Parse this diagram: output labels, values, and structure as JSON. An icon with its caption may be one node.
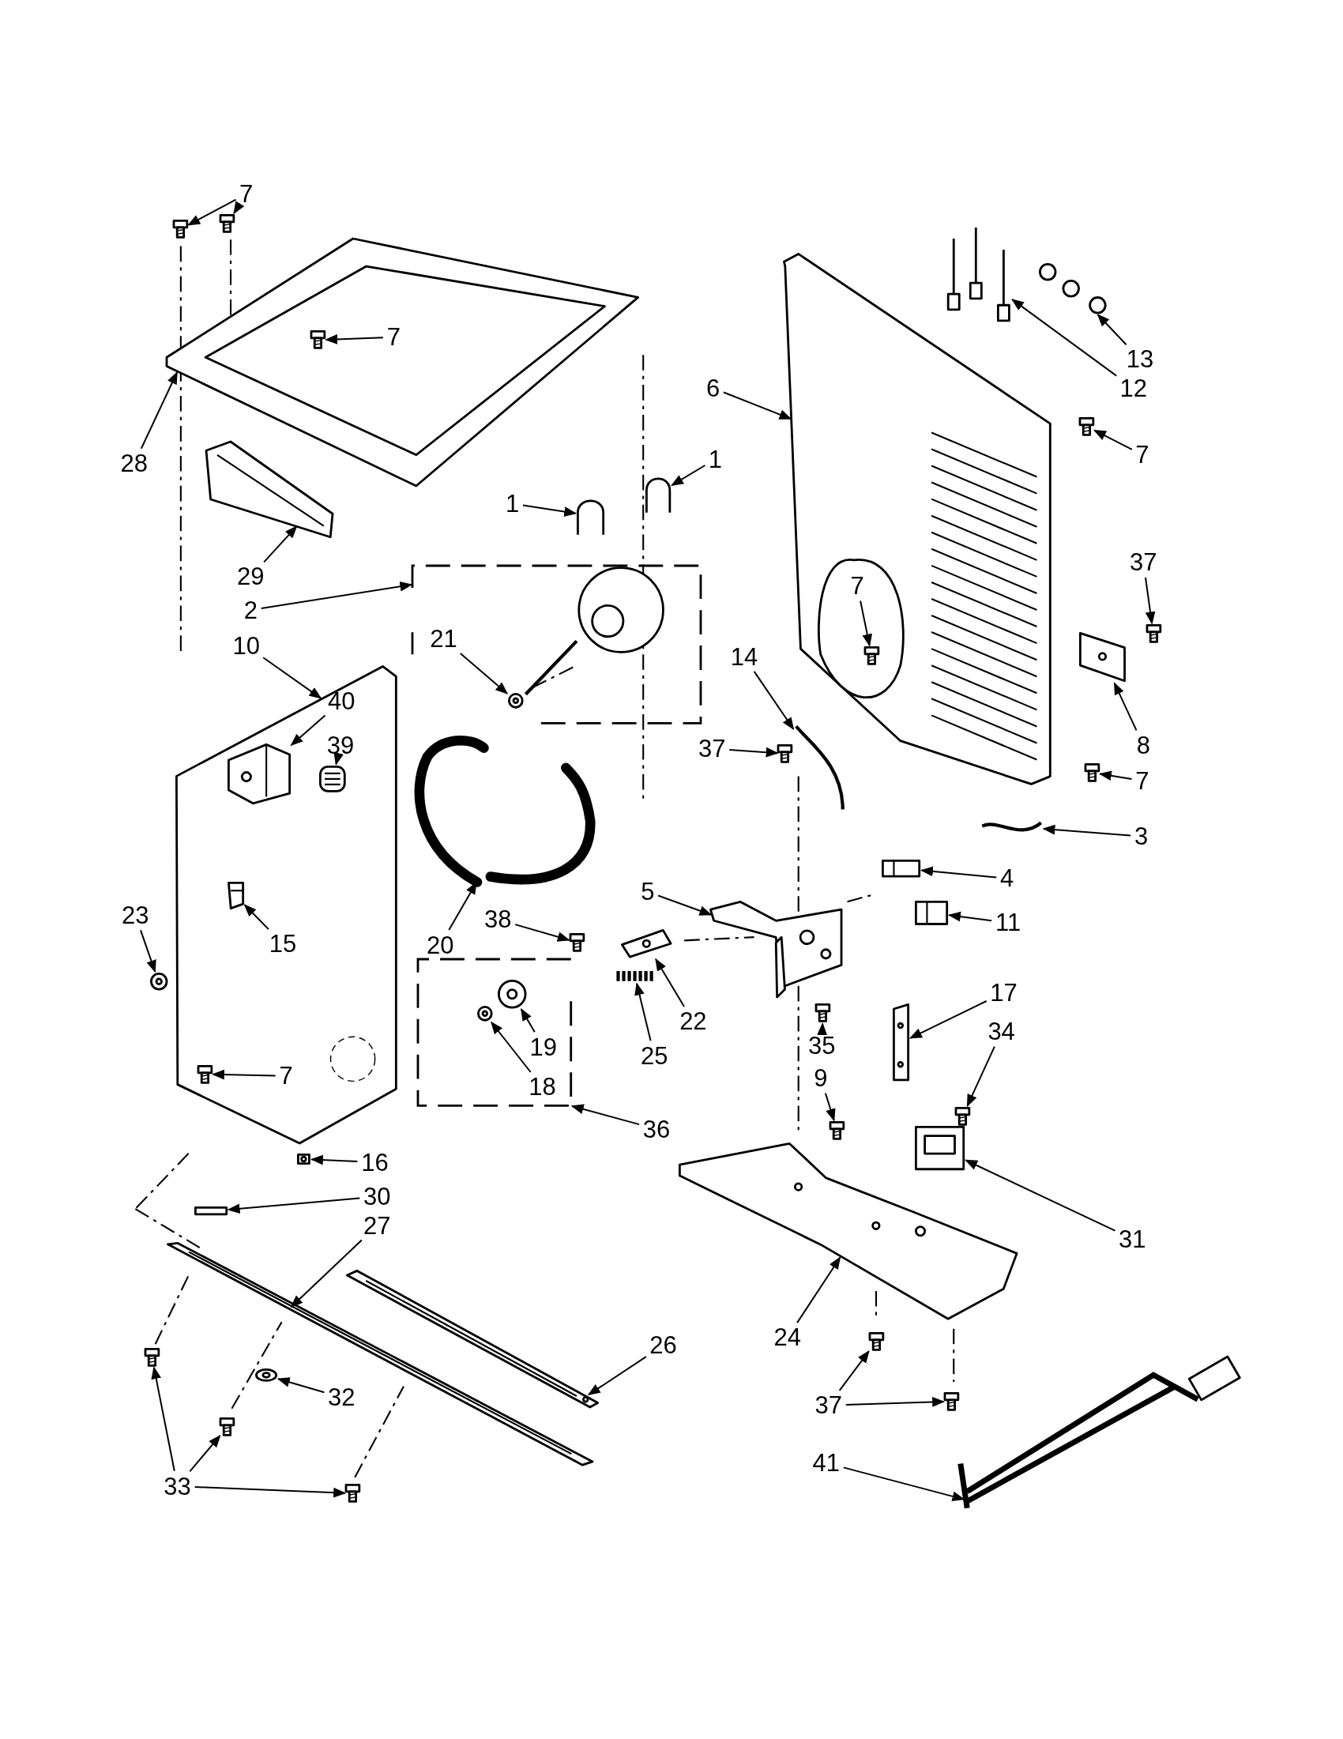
{
  "diagram": {
    "nodes": [
      {
        "text": [],
        "shape": "picture"
      },
      {
        "text": [],
        "shape": "picture"
      },
      {
        "text": [],
        "shape": "picture"
      },
      {
        "text": [],
        "shape": "picture",
        "in": 0
      },
      {
        "text": [],
        "shape": "picture"
      },
      {
        "text": [],
        "shape": "box"
      },
      {
        "text": [],
        "shape": "circle",
        "in": 5
      },
      {
        "text": [],
        "shape": "picture"
      },
      {
        "text": [],
        "shape": "picture"
      },
      {
        "text": [],
        "shape": "picture"
      },
      {
        "text": [],
        "shape": "picture",
        "in": 9
      },
      {
        "text": [],
        "shape": "picture",
        "in": 9
      },
      {
        "text": [],
        "shape": "picture"
      },
      {
        "text": [],
        "shape": "picture",
        "in": 9
      },
      {
        "text": [],
        "shape": "circle"
      },
      {
        "text": [],
        "shape": "picture",
        "in": 9
      },
      {
        "text": [],
        "shape": "box"
      },
      {
        "text": [],
        "shape": "picture"
      },
      {
        "text": [],
        "shape": "box"
      },
      {
        "text": [],
        "shape": "circle",
        "in": 18
      },
      {
        "text": [],
        "shape": "circle",
        "in": 18
      },
      {
        "text": [],
        "shape": "picture"
      },
      {
        "text": [],
        "shape": "picture"
      },
      {
        "text": [],
        "shape": "picture"
      },
      {
        "text": [],
        "shape": "picture"
      },
      {
        "text": [],
        "shape": "picture"
      },
      {
        "text": [],
        "shape": "picture"
      },
      {
        "text": [],
        "shape": "picture"
      },
      {
        "text": [],
        "shape": "picture"
      },
      {
        "text": [],
        "shape": "picture"
      },
      {
        "text": [],
        "shape": "picture",
        "in": 26
      },
      {
        "text": [],
        "shape": "picture"
      },
      {
        "text": [],
        "shape": "picture"
      },
      {
        "text": [],
        "shape": "picture"
      },
      {
        "text": [],
        "shape": "picture"
      },
      {
        "text": [],
        "shape": "box"
      },
      {
        "text": [],
        "shape": "box"
      },
      {
        "text": [],
        "shape": "picture"
      },
      {
        "text": [],
        "shape": "picture"
      },
      {
        "text": [],
        "shape": "picture"
      },
      {
        "text": [],
        "shape": "picture"
      },
      {
        "text": [],
        "shape": "box"
      },
      {
        "text": [],
        "shape": "picture"
      },
      {
        "text": [],
        "shape": "box"
      },
      {
        "text": [],
        "shape": "picture"
      },
      {
        "text": [],
        "shape": "picture"
      },
      {
        "text": [],
        "shape": "circle",
        "in": 44
      },
      {
        "text": [],
        "shape": "picture"
      },
      {
        "text": [],
        "shape": "picture",
        "in": 44
      },
      {
        "text": [],
        "shape": "picture"
      },
      {
        "text": [],
        "shape": "picture"
      },
      {
        "text": [],
        "shape": "picture"
      },
      {
        "text": [],
        "shape": "picture"
      },
      {
        "text": [
          "7"
        ]
      },
      {
        "text": [
          "7"
        ],
        "in": 0
      },
      {
        "text": [
          "28"
        ]
      },
      {
        "text": [
          "29"
        ]
      },
      {
        "text": [
          "2"
        ]
      },
      {
        "text": [
          "10"
        ]
      },
      {
        "text": [
          "21"
        ],
        "in": 5
      },
      {
        "text": [
          "1"
        ]
      },
      {
        "text": [
          "1"
        ]
      },
      {
        "text": [
          "40"
        ],
        "in": 9
      },
      {
        "text": [
          "39"
        ],
        "in": 9
      },
      {
        "text": [
          "20"
        ]
      },
      {
        "text": [
          "15"
        ],
        "in": 9
      },
      {
        "text": [
          "23"
        ]
      },
      {
        "text": [
          "7"
        ],
        "in": 9
      },
      {
        "text": [
          "16"
        ]
      },
      {
        "text": [
          "38"
        ]
      },
      {
        "text": [
          "19"
        ],
        "in": 18
      },
      {
        "text": [
          "18"
        ],
        "in": 18
      },
      {
        "text": [
          "25"
        ]
      },
      {
        "text": [
          "22"
        ]
      },
      {
        "text": [
          "36"
        ]
      },
      {
        "text": [
          "5"
        ]
      },
      {
        "text": [
          "14"
        ]
      },
      {
        "text": [
          "37"
        ]
      },
      {
        "text": [
          "6"
        ]
      },
      {
        "text": [
          "13"
        ]
      },
      {
        "text": [
          "12"
        ]
      },
      {
        "text": [
          "7"
        ]
      },
      {
        "text": [
          "7"
        ],
        "in": 26
      },
      {
        "text": [
          "37"
        ]
      },
      {
        "text": [
          "8"
        ]
      },
      {
        "text": [
          "7"
        ]
      },
      {
        "text": [
          "3"
        ]
      },
      {
        "text": [
          "4"
        ]
      },
      {
        "text": [
          "11"
        ]
      },
      {
        "text": [
          "17"
        ]
      },
      {
        "text": [
          "34"
        ]
      },
      {
        "text": [
          "35"
        ]
      },
      {
        "text": [
          "9"
        ]
      },
      {
        "text": [
          "31"
        ]
      },
      {
        "text": [
          "24"
        ]
      },
      {
        "text": [
          "30"
        ]
      },
      {
        "text": [
          "27"
        ]
      },
      {
        "text": [
          "26"
        ]
      },
      {
        "text": [
          "32"
        ],
        "in": 44
      },
      {
        "text": [
          "33"
        ]
      },
      {
        "text": [
          "37"
        ]
      },
      {
        "text": [
          "41"
        ]
      }
    ],
    "edges": [
      {
        "from": 53,
        "to": 1,
        "arrow": "to"
      },
      {
        "from": 53,
        "to": 2,
        "arrow": "to"
      },
      {
        "from": 54,
        "to": 3,
        "arrow": "to"
      },
      {
        "from": 55,
        "to": 0,
        "arrow": "to"
      },
      {
        "from": 56,
        "to": 4,
        "arrow": "to"
      },
      {
        "from": 57,
        "to": 5,
        "arrow": "to"
      },
      {
        "from": 58,
        "to": 9,
        "arrow": "to"
      },
      {
        "from": 59,
        "to": 6,
        "arrow": "to"
      },
      {
        "from": 60,
        "to": 7,
        "arrow": "to"
      },
      {
        "from": 61,
        "to": 8,
        "arrow": "to"
      },
      {
        "from": 62,
        "to": 10,
        "arrow": "to"
      },
      {
        "from": 63,
        "to": 11,
        "arrow": "to"
      },
      {
        "from": 64,
        "to": 12,
        "arrow": "to"
      },
      {
        "from": 65,
        "to": 13,
        "arrow": "to"
      },
      {
        "from": 66,
        "to": 14,
        "arrow": "to"
      },
      {
        "from": 67,
        "to": 15,
        "arrow": "to"
      },
      {
        "from": 68,
        "to": 16,
        "arrow": "to"
      },
      {
        "from": 69,
        "to": 17,
        "arrow": "to"
      },
      {
        "from": 70,
        "to": 19,
        "arrow": "to"
      },
      {
        "from": 71,
        "to": 20,
        "arrow": "to"
      },
      {
        "from": 72,
        "to": 21,
        "arrow": "to"
      },
      {
        "from": 73,
        "to": 22,
        "arrow": "to"
      },
      {
        "from": 74,
        "to": 18,
        "arrow": "to"
      },
      {
        "from": 75,
        "to": 23,
        "arrow": "to"
      },
      {
        "from": 76,
        "to": 24,
        "arrow": "to"
      },
      {
        "from": 77,
        "to": 25,
        "arrow": "to"
      },
      {
        "from": 78,
        "to": 26,
        "arrow": "to"
      },
      {
        "from": 79,
        "to": 27,
        "arrow": "to"
      },
      {
        "from": 80,
        "to": 28,
        "arrow": "to"
      },
      {
        "from": 81,
        "to": 29,
        "arrow": "to"
      },
      {
        "from": 82,
        "to": 30,
        "arrow": "to"
      },
      {
        "from": 83,
        "to": 31,
        "arrow": "to"
      },
      {
        "from": 84,
        "to": 32,
        "arrow": "to"
      },
      {
        "from": 85,
        "to": 33,
        "arrow": "to"
      },
      {
        "from": 86,
        "to": 34,
        "arrow": "to"
      },
      {
        "from": 87,
        "to": 35,
        "arrow": "to"
      },
      {
        "from": 88,
        "to": 36,
        "arrow": "to"
      },
      {
        "from": 89,
        "to": 37,
        "arrow": "to"
      },
      {
        "from": 90,
        "to": 38,
        "arrow": "to"
      },
      {
        "from": 91,
        "to": 39,
        "arrow": "to"
      },
      {
        "from": 92,
        "to": 40,
        "arrow": "to"
      },
      {
        "from": 93,
        "to": 41,
        "arrow": "to"
      },
      {
        "from": 94,
        "to": 42,
        "arrow": "to"
      },
      {
        "from": 95,
        "to": 43,
        "arrow": "to"
      },
      {
        "from": 96,
        "to": 44,
        "arrow": "to"
      },
      {
        "from": 97,
        "to": 45,
        "arrow": "to"
      },
      {
        "from": 98,
        "to": 46,
        "arrow": "to"
      },
      {
        "from": 99,
        "to": 47,
        "arrow": "to"
      },
      {
        "from": 99,
        "to": 48,
        "arrow": "to"
      },
      {
        "from": 99,
        "to": 49,
        "arrow": "to"
      },
      {
        "from": 100,
        "to": 50,
        "arrow": "to"
      },
      {
        "from": 100,
        "to": 51,
        "arrow": "to"
      },
      {
        "from": 101,
        "to": 52,
        "arrow": "to"
      }
    ]
  }
}
